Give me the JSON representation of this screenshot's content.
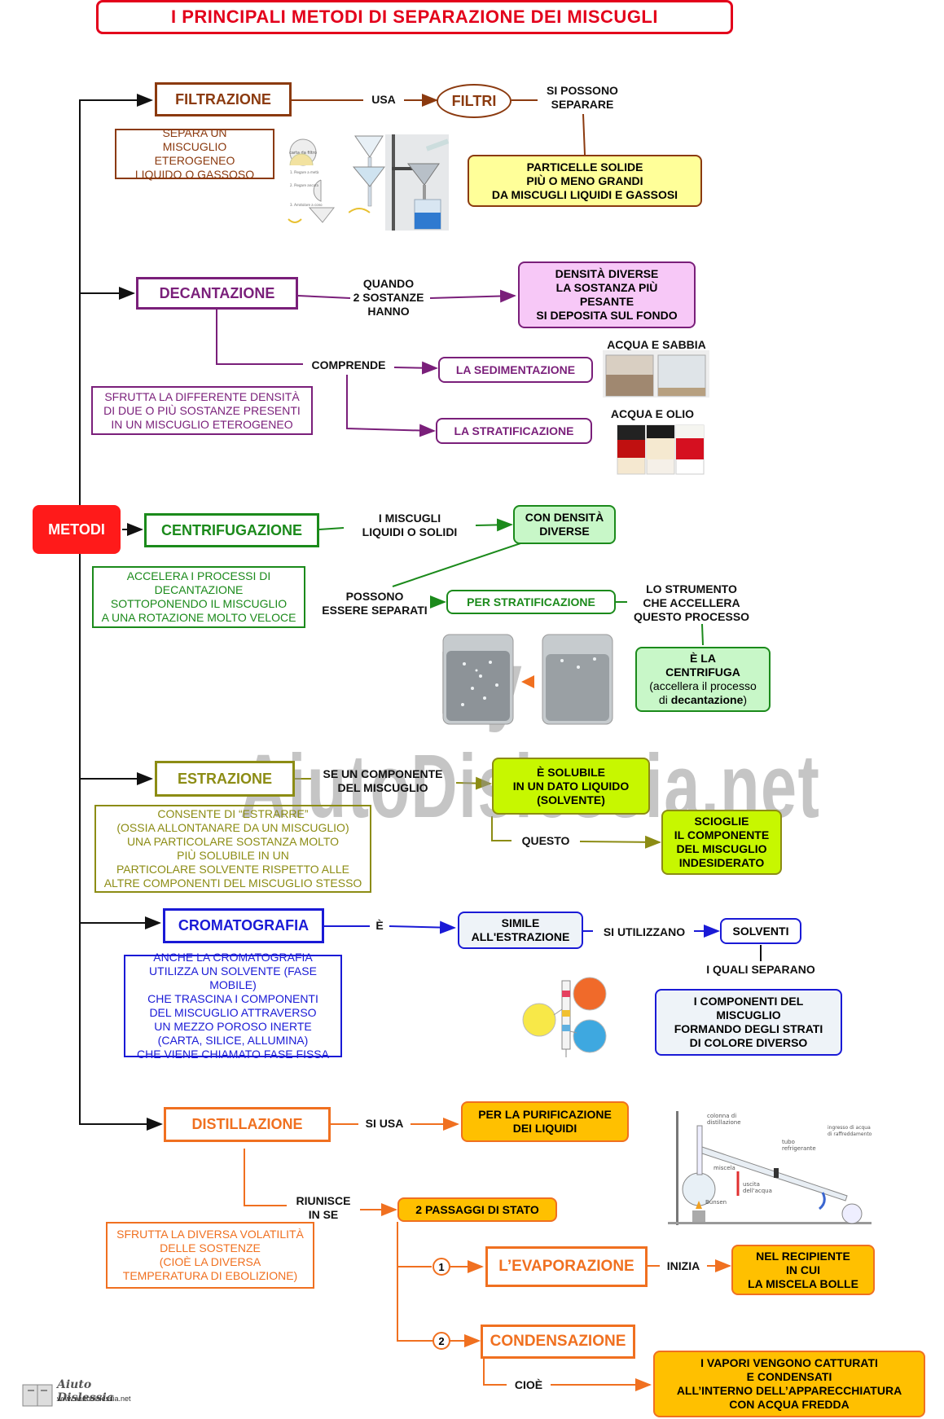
{
  "title": "I PRINCIPALI METODI DI SEPARAZIONE DEI MISCUGLI",
  "root": "METODI",
  "watermark": "By AiutoDislessia.net",
  "footer": {
    "logo_text": "Aiuto Dislessia",
    "url": "www.aiutodislessia.net"
  },
  "colors": {
    "red": "#e3001b",
    "brown": "#8b3a0f",
    "purple": "#7a1f7a",
    "green": "#1b8a1b",
    "olive": "#8c8c14",
    "blue": "#1a1ad6",
    "orange": "#f07020"
  },
  "filtrazione": {
    "name": "FILTRAZIONE",
    "desc": "SEPARA UN\nMISCUGLIO ETEROGENEO\nLIQUIDO O GASSOSO",
    "usa": "USA",
    "filtri": "FILTRI",
    "si_possono": "SI POSSONO\nSEPARARE",
    "particelle": "PARTICELLE SOLIDE\nPIÙ O MENO GRANDI\nDA MISCUGLI LIQUIDI E GASSOSI",
    "illustration_notes": [
      "carta da filtro",
      "1. Piegare a metà la carta da filtro.",
      "2. Piegare ancora a metà.",
      "3. Arrotolare a cono e allargare la punta."
    ]
  },
  "decantazione": {
    "name": "DECANTAZIONE",
    "desc": "SFRUTTA LA DIFFERENTE DENSITÀ\nDI DUE O PIÙ SOSTANZE PRESENTI\nIN UN MISCUGLIO ETEROGENEO",
    "quando": "QUANDO\n2 SOSTANZE\nHANNO",
    "densita": "DENSITÀ DIVERSE\nLA SOSTANZA PIÙ\nPESANTE\nSI DEPOSITA SUL FONDO",
    "comprende": "COMPRENDE",
    "sedimentazione": "LA SEDIMENTAZIONE",
    "stratificazione": "LA STRATIFICAZIONE",
    "acqua_sabbia": "ACQUA E SABBIA",
    "acqua_olio": "ACQUA E OLIO"
  },
  "centrifugazione": {
    "name": "CENTRIFUGAZIONE",
    "desc": "ACCELERA I PROCESSI DI\nDECANTAZIONE\nSOTTOPONENDO IL MISCUGLIO\nA UNA ROTAZIONE MOLTO VELOCE",
    "miscugli": "I MISCUGLI\nLIQUIDI O SOLIDI",
    "densita": "CON DENSITÀ\nDIVERSE",
    "possono": "POSSONO\nESSERE SEPARATI",
    "per_strat": "PER STRATIFICAZIONE",
    "strumento": "LO STRUMENTO\nCHE ACCELLERA\nQUESTO PROCESSO",
    "centrifuga_a": "È LA\nCENTRIFUGA",
    "centrifuga_b": "(accellera il processo\ndi ",
    "centrifuga_c": "decantazione",
    "centrifuga_d": ")"
  },
  "estrazione": {
    "name": "ESTRAZIONE",
    "desc": "CONSENTE DI “ESTRARRE”\n(OSSIA ALLONTANARE DA UN MISCUGLIO)\nUNA PARTICOLARE SOSTANZA MOLTO\nPIÙ SOLUBILE IN UN\nPARTICOLARE SOLVENTE RISPETTO ALLE\nALTRE COMPONENTI DEL MISCUGLIO STESSO",
    "se": "SE UN COMPONENTE\nDEL MISCUGLIO",
    "solubile": "È SOLUBILE\nIN UN DATO LIQUIDO\n(SOLVENTE)",
    "questo": "QUESTO",
    "scioglie": "SCIOGLIE\nIL COMPONENTE\nDEL MISCUGLIO\nINDESIDERATO"
  },
  "cromatografia": {
    "name": "CROMATOGRAFIA",
    "desc": "ANCHE LA CROMATOGRAFIA\nUTILIZZA UN SOLVENTE (FASE MOBILE)\nCHE TRASCINA I COMPONENTI\nDEL MISCUGLIO ATTRAVERSO\nUN MEZZO POROSO INERTE\n(CARTA, SILICE, ALLUMINA)\nCHE VIENE CHIAMATO FASE FISSA",
    "e": "È",
    "simile": "SIMILE\nALL'ESTRAZIONE",
    "si_utilizzano": "SI UTILIZZANO",
    "solventi": "SOLVENTI",
    "i_quali": "I QUALI SEPARANO",
    "componenti": "I COMPONENTI DEL\nMISCUGLIO\nFORMANDO DEGLI STRATI\nDI COLORE DIVERSO"
  },
  "distillazione": {
    "name": "DISTILLAZIONE",
    "desc": "SFRUTTA LA DIVERSA VOLATILITÀ\nDELLE SOSTENZE\n(CIOÈ LA DIVERSA\nTEMPERATURA DI EBOLIZIONE)",
    "si_usa": "SI USA",
    "purificazione": "PER LA PURIFICAZIONE\nDEI LIQUIDI",
    "riunisce": "RIUNISCE\nIN SE",
    "passaggi": "2 PASSAGGI DI STATO",
    "n1": "1",
    "n2": "2",
    "evaporazione": "L’EVAPORAZIONE",
    "inizia": "INIZIA",
    "recipiente": "NEL RECIPIENTE\nIN CUI\nLA MISCELA BOLLE",
    "condensazione": "CONDENSAZIONE",
    "cioe": "CIOÈ",
    "vapori": "I  VAPORI VENGONO CATTURATI\nE CONDENSATI\nALL’INTERNO  DELL’APPARECCHIATURA\nCON ACQUA FREDDA",
    "apparatus_labels": [
      "colonna di\ndistillazione",
      "tubo\nrefrigerante",
      "ingresso di acqua\ndi raffreddamento",
      "miscela",
      "uscita\ndell'acqua",
      "Bunsen"
    ]
  }
}
